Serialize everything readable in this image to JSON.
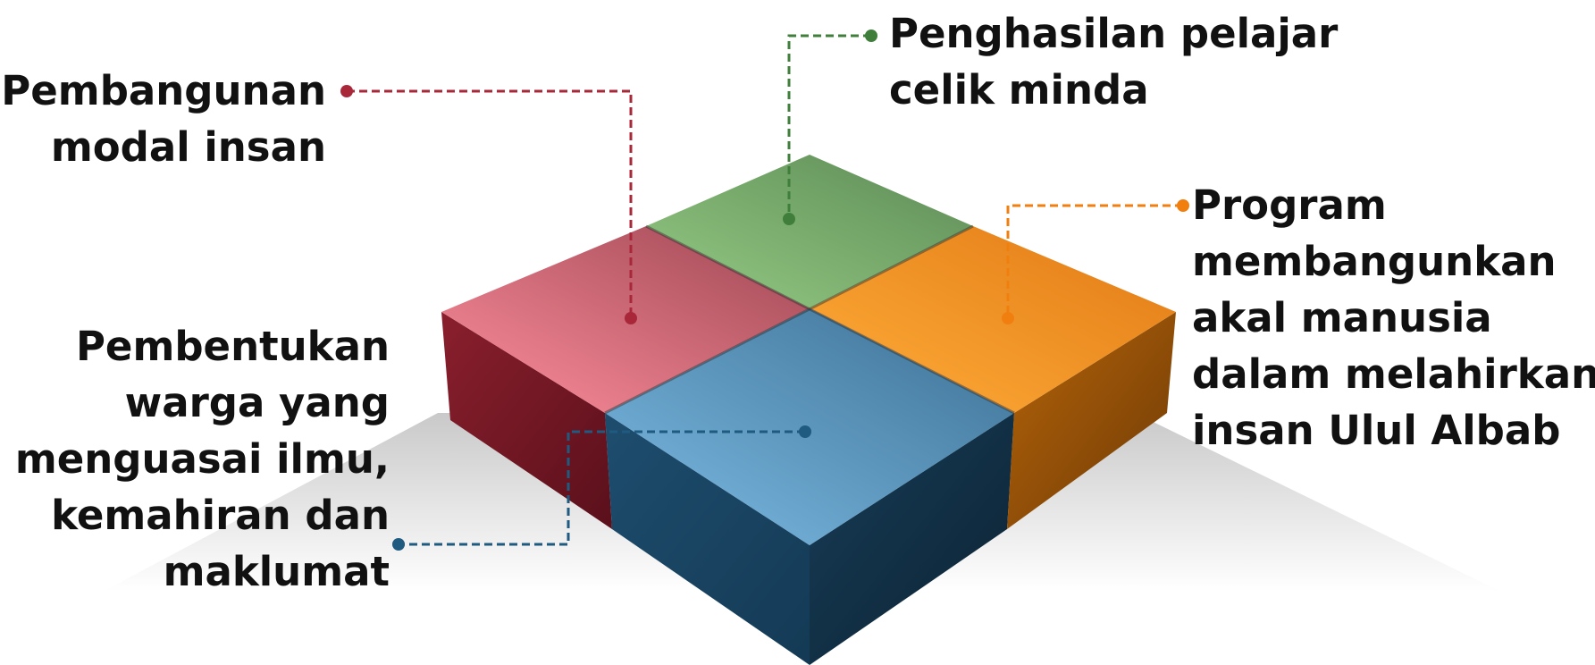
{
  "colors": {
    "red": "#a8283a",
    "green": "#3f7f3b",
    "orange": "#f07f10",
    "blue": "#1f5a80"
  },
  "labels": {
    "red": [
      "Pembangunan",
      "modal insan"
    ],
    "green": [
      "Penghasilan pelajar",
      "celik minda"
    ],
    "orange": [
      "Program",
      "membangunkan",
      "akal manusia",
      "dalam melahirkan",
      "insan Ulul Albab"
    ],
    "blue": [
      "Pembentukan",
      "warga yang",
      "menguasai ilmu,",
      "kemahiran dan",
      "maklumat"
    ]
  }
}
